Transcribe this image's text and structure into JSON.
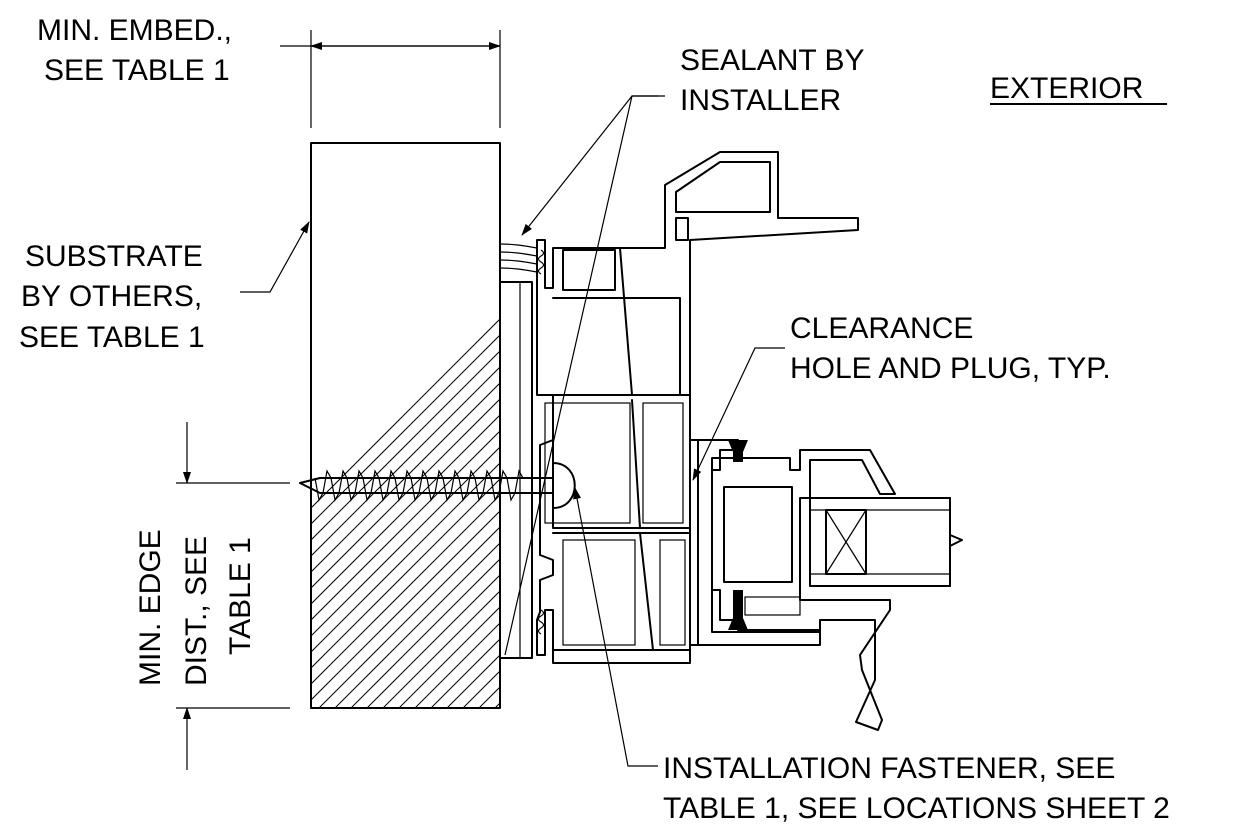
{
  "labels": {
    "min_embed_1": "MIN. EMBED.,",
    "min_embed_2": "SEE TABLE 1",
    "sealant_1": "SEALANT BY",
    "sealant_2": "INSTALLER",
    "exterior": "EXTERIOR",
    "substrate_1": "SUBSTRATE",
    "substrate_2": "BY OTHERS,",
    "substrate_3": "SEE TABLE 1",
    "clearance_1": "CLEARANCE",
    "clearance_2": "HOLE AND PLUG, TYP.",
    "edge_1": "MIN. EDGE",
    "edge_2": "DIST., SEE",
    "edge_3": "TABLE 1",
    "fastener_1": "INSTALLATION FASTENER, SEE",
    "fastener_2": "TABLE 1, SEE LOCATIONS SHEET 2"
  }
}
